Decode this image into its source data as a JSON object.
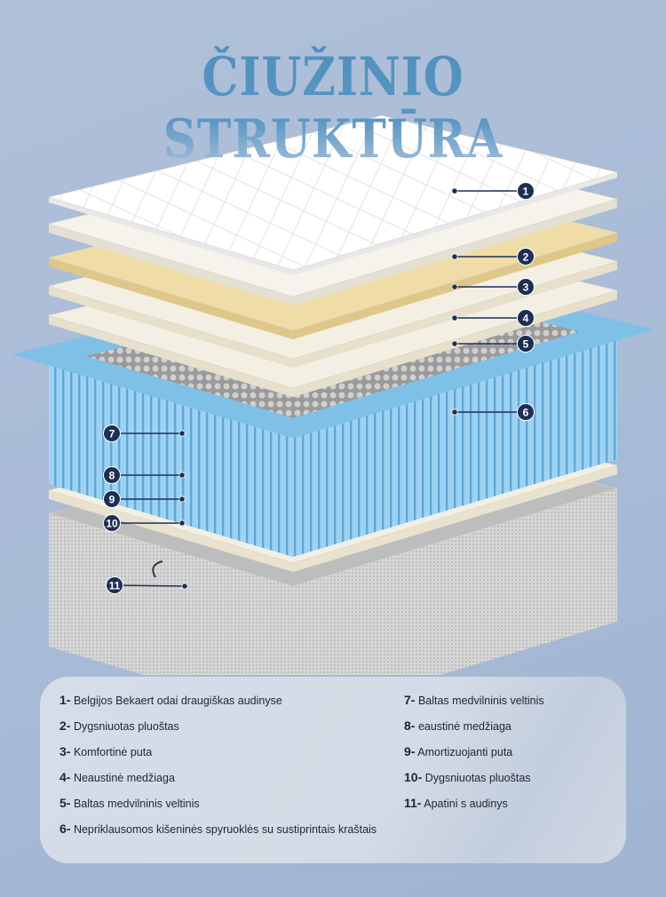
{
  "title": "ČIUŽINIO STRUKTŪRA",
  "colors": {
    "background": "#a9bcd6",
    "badge": "#1d2f52",
    "springs": "#7fc0e6",
    "quilt": "#ffffff",
    "cream": "#f3efe2",
    "yellow": "#efdca6",
    "base": "#cfcfcf"
  },
  "markers": [
    "1",
    "2",
    "3",
    "4",
    "5",
    "6",
    "7",
    "8",
    "9",
    "10",
    "11"
  ],
  "legend": {
    "left": [
      {
        "num": "1-",
        "text": "Belgijos Bekaert odai draugiškas audinyse"
      },
      {
        "num": "2-",
        "text": "Dygsniuotas pluoštas"
      },
      {
        "num": "3-",
        "text": "Komfortinė puta"
      },
      {
        "num": "4-",
        "text": "Neaustinė medžiaga"
      },
      {
        "num": "5-",
        "text": "Baltas medvilninis veltinis"
      },
      {
        "num": "6-",
        "text": "Nepriklausomos kišeninės spyruoklės su sustiprintais kraštais"
      }
    ],
    "right": [
      {
        "num": "7-",
        "text": "Baltas medvilninis veltinis"
      },
      {
        "num": "8-",
        "text": "eaustinė medžiaga"
      },
      {
        "num": "9-",
        "text": "Amortizuojanti puta"
      },
      {
        "num": "10-",
        "text": "Dygsniuotas pluoštas"
      },
      {
        "num": "11-",
        "text": "Apatini s audinys"
      }
    ]
  }
}
